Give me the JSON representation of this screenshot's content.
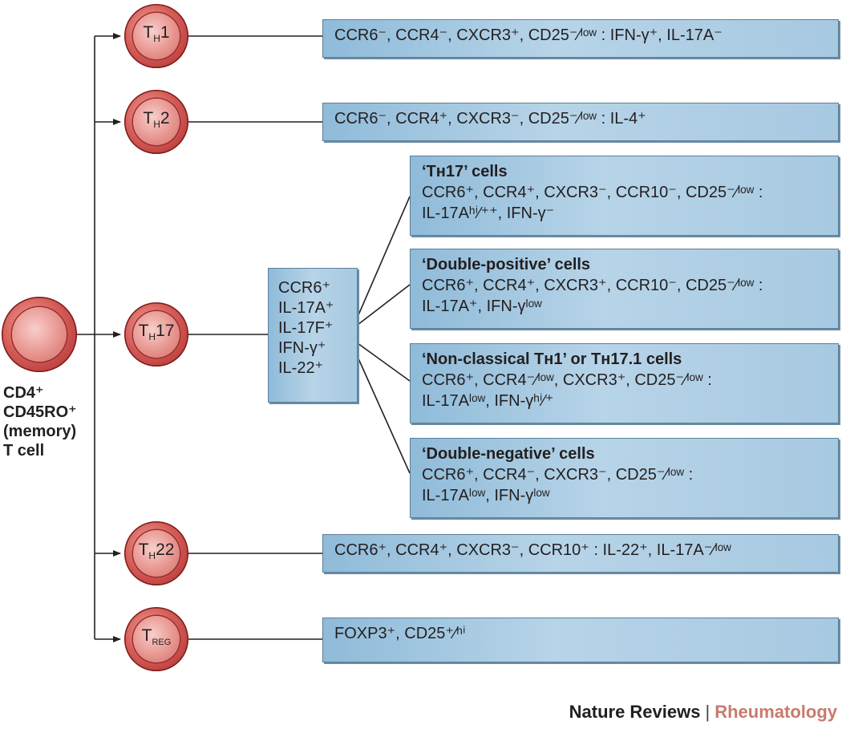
{
  "memory_cell": {
    "lines": [
      "CD4⁺",
      "CD45RO⁺",
      "(memory)",
      "T cell"
    ]
  },
  "subsets": {
    "th1": {
      "main": "T",
      "sub": "H",
      "suffix": "1"
    },
    "th2": {
      "main": "T",
      "sub": "H",
      "suffix": "2"
    },
    "th17": {
      "main": "T",
      "sub": "H",
      "suffix": "17"
    },
    "th22": {
      "main": "T",
      "sub": "H",
      "suffix": "22"
    },
    "treg": {
      "main": "T",
      "sub": "REG",
      "suffix": ""
    }
  },
  "boxes": {
    "th1": "CCR6⁻, CCR4⁻, CXCR3⁺, CD25⁻⁄ˡᵒʷ : IFN-γ⁺, IL-17A⁻",
    "th2": "CCR6⁻, CCR4⁺, CXCR3⁻, CD25⁻⁄ˡᵒʷ : IL-4⁺",
    "th22": "CCR6⁺, CCR4⁺, CXCR3⁻, CCR10⁺ : IL-22⁺, IL-17A⁻⁄ˡᵒʷ",
    "treg": "FOXP3⁺, CD25⁺⁄ʰⁱ"
  },
  "th17_markers": [
    "CCR6⁺",
    "IL-17A⁺",
    "IL-17F⁺",
    "IFN-γ⁺",
    "IL-22⁺"
  ],
  "th17_subsets": [
    {
      "title": "‘Tʜ17’ cells",
      "line1": "CCR6⁺, CCR4⁺, CXCR3⁻, CCR10⁻, CD25⁻⁄ˡᵒʷ :",
      "line2": "IL-17Aʰⁱ⁄⁺⁺, IFN-γ⁻"
    },
    {
      "title": "‘Double-positive’ cells",
      "line1": "CCR6⁺, CCR4⁺, CXCR3⁺, CCR10⁻, CD25⁻⁄ˡᵒʷ :",
      "line2": "IL-17A⁺, IFN-γˡᵒʷ"
    },
    {
      "title": "‘Non-classical Tʜ1’ or Tʜ17.1 cells",
      "line1": "CCR6⁺, CCR4⁻⁄ˡᵒʷ, CXCR3⁺, CD25⁻⁄ˡᵒʷ :",
      "line2": "IL-17Aˡᵒʷ, IFN-γʰⁱ⁄⁺"
    },
    {
      "title": "‘Double-negative’ cells",
      "line1": "CCR6⁺, CCR4⁻, CXCR3⁻, CD25⁻⁄ˡᵒʷ :",
      "line2": "IL-17Aˡᵒʷ, IFN-γˡᵒʷ"
    }
  ],
  "footer": {
    "publisher": "Nature Reviews",
    "separator": "|",
    "journal": "Rheumatology"
  },
  "colors": {
    "box_fill": "#a7c9e1",
    "cell_red": "#c94a47",
    "journal": "#c97a6e",
    "line": "#231f20"
  }
}
